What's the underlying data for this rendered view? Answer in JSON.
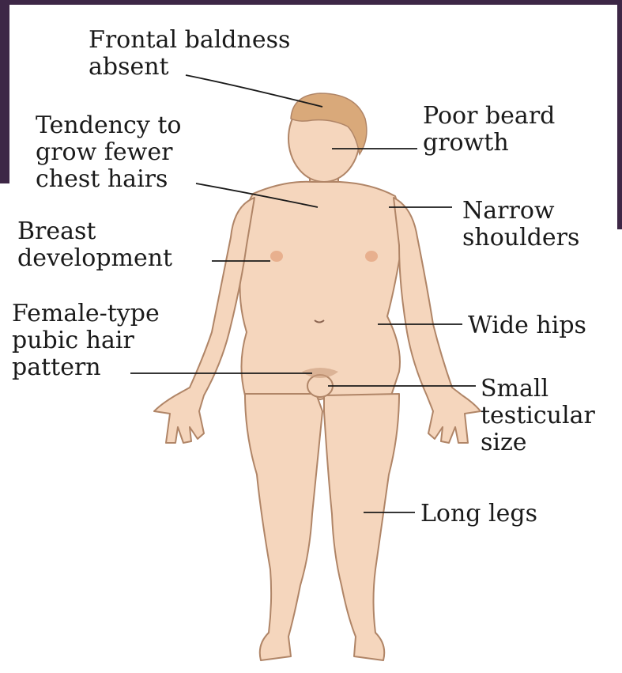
{
  "labels": {
    "frontal_baldness": "Frontal baldness\nabsent",
    "beard": "Poor beard\ngrowth",
    "chest_hair": "Tendency to\ngrow fewer\nchest hairs",
    "shoulders": "Narrow\nshoulders",
    "breast": "Breast\ndevelopment",
    "pubic_hair": "Female-type\npubic hair\npattern",
    "hips": "Wide hips",
    "testicular": "Small\ntesticular\nsize",
    "legs": "Long legs"
  },
  "colors": {
    "skin": "#f5d6bd",
    "skin_outline": "#b08567",
    "hair": "#d9a97a",
    "frame": "#3d2746",
    "leader": "#1a1a1a"
  }
}
